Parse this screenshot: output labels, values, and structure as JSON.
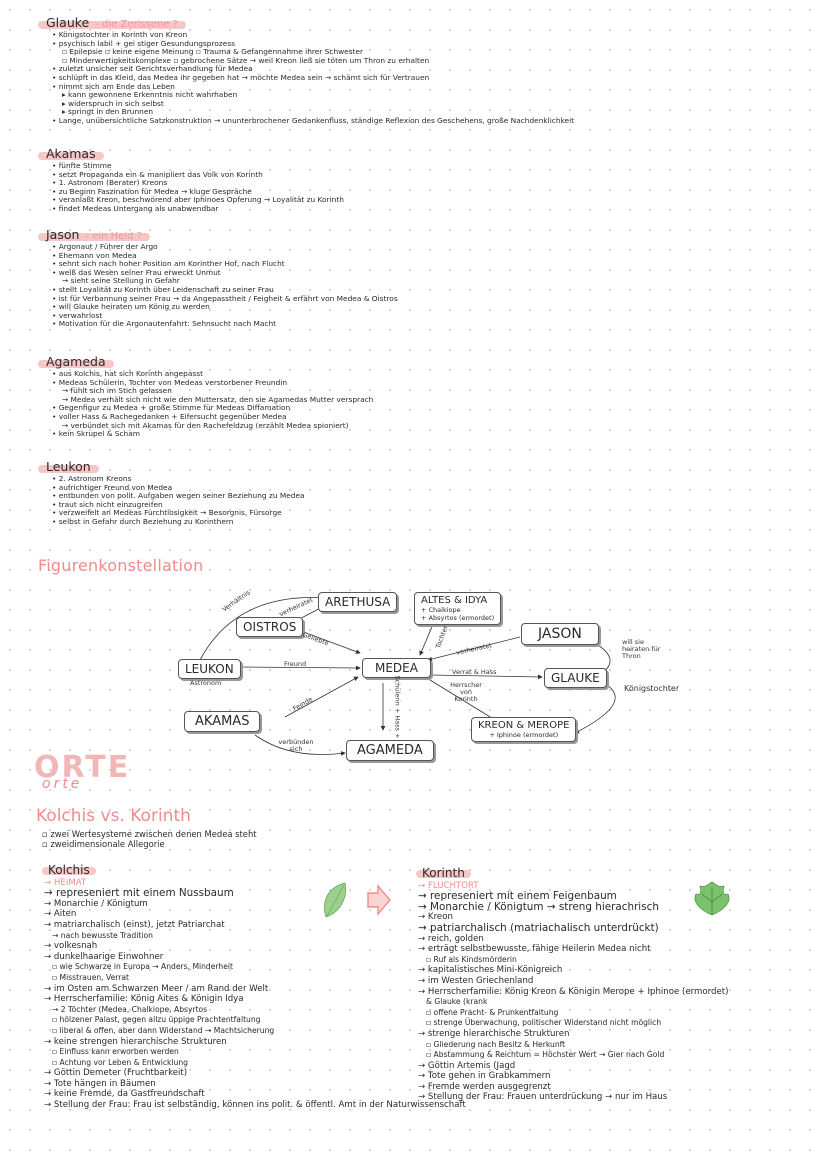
{
  "glauke": {
    "title": "Glauke",
    "subtitle": "- die Zerissene ?",
    "lines": [
      {
        "t": "• Königstochter in Korinth von Kreon",
        "l": 0
      },
      {
        "t": "• psychisch labil + gei stiger Gesundungsprozess",
        "l": 0
      },
      {
        "t": "▫ Epilepsie      ▫ keine eigene Meinung        ▫ Trauma & Gefangennahme ihrer Schwester",
        "l": 1
      },
      {
        "t": "▫ Minderwertigkeitskomplexe   ▫ gebrochene Sätze        → weil Kreon ließ sie töten um Thron zu erhalten",
        "l": 1
      },
      {
        "t": "• zuletzt unsicher seit Gerichtsverhandlung für Medea",
        "l": 0
      },
      {
        "t": "• schlüpft in das Kleid, das Medea ihr gegeben hat → möchte Medea sein → schämt sich für Vertrauen",
        "l": 0
      },
      {
        "t": "• nimmt sich am Ende das Leben",
        "l": 0
      },
      {
        "t": "▸ kann gewonnene Erkenntnis nicht wahrhaben",
        "l": 1
      },
      {
        "t": "▸ widerspruch in sich selbst",
        "l": 1
      },
      {
        "t": "▸ springt in den Brunnen",
        "l": 1
      },
      {
        "t": "• Lange, unübersichtliche Satzkonstruktion → ununterbrochener Gedankenfluss, ständige Reflexion des Geschehens, große Nachdenklichkeit",
        "l": 0
      }
    ]
  },
  "akamas": {
    "title": "Akamas",
    "lines": [
      {
        "t": "• fünfte Stimme",
        "l": 0
      },
      {
        "t": "• setzt Propaganda ein & manipliert das Volk von Korinth",
        "l": 0
      },
      {
        "t": "• 1. Astronom (Berater) Kreons",
        "l": 0
      },
      {
        "t": "• zu Beginn Faszination für Medea → kluge Gespräche",
        "l": 0
      },
      {
        "t": "• veranlaßt Kreon, beschwörend aber Iphinoes Opferung → Loyalität zu Korinth",
        "l": 0
      },
      {
        "t": "• findet Medeas Untergang als unabwendbar",
        "l": 0
      }
    ]
  },
  "jason": {
    "title": "Jason",
    "subtitle": "- ein Held ?",
    "lines": [
      {
        "t": "• Argonaut / Führer der Argo",
        "l": 0
      },
      {
        "t": "• Ehemann von Medea",
        "l": 0
      },
      {
        "t": "• sehnt sich nach hoher Position am Korinther Hof, nach Flucht",
        "l": 0
      },
      {
        "t": "• weiß das Wesen seiner Frau erweckt Unmut",
        "l": 0
      },
      {
        "t": "→ sieht seine Stellung in Gefahr",
        "l": 1
      },
      {
        "t": "• stellt Loyalität zu Korinth über Leidenschaft zu seiner Frau",
        "l": 0
      },
      {
        "t": "• ist für Verbannung seiner Frau → da Angepasstheit / Feigheit & erfährt von Medea & Oistros",
        "l": 0
      },
      {
        "t": "• will Glauke heiraten um König zu werden",
        "l": 0
      },
      {
        "t": "• verwahrlost",
        "l": 0
      },
      {
        "t": "• Motivation für die Argonautenfahrt: Sehnsucht nach Macht",
        "l": 0
      }
    ]
  },
  "agameda": {
    "title": "Agameda",
    "lines": [
      {
        "t": "• aus Kolchis, hat sich Korinth angepasst",
        "l": 0
      },
      {
        "t": "• Medeas Schülerin, Tochter von Medeas verstorbener Freundin",
        "l": 0
      },
      {
        "t": "→ fühlt sich im Stich gelassen",
        "l": 1
      },
      {
        "t": "→ Medea verhält sich nicht wie den Muttersatz, den sie Agamedas Mutter versprach",
        "l": 1
      },
      {
        "t": "• Gegenfigur zu Medea + große Stimme für Medeas Diffamation",
        "l": 0
      },
      {
        "t": "• voller Hass & Rachegedanken + Eifersucht gegenüber Medea",
        "l": 0
      },
      {
        "t": "→ verbündet sich mit Akamas für den Rachefeldzug (erzählt Medea spioniert)",
        "l": 1
      },
      {
        "t": "• kein Skrupel & Scham",
        "l": 0
      }
    ]
  },
  "leukon": {
    "title": "Leukon",
    "lines": [
      {
        "t": "• 2. Astronom Kreons",
        "l": 0
      },
      {
        "t": "• aufrichtiger Freund von Medea",
        "l": 0
      },
      {
        "t": "• entbunden von polit. Aufgaben wegen seiner Beziehung zu Medea",
        "l": 0
      },
      {
        "t": "• traut sich nicht einzugreifen",
        "l": 0
      },
      {
        "t": "• verzweifelt an Medeas Furchtlosigkeit → Besorgnis, Fürsorge",
        "l": 0
      },
      {
        "t": "• selbst in Gefahr durch Beziehung zu Korinthern",
        "l": 0
      }
    ]
  },
  "figuren": {
    "title": "Figurenkonstellation",
    "nodes": {
      "arethusa": "ARETHUSA",
      "altes": "ALTES & IDYA",
      "altes_sub1": "+ Chalkiope",
      "altes_sub2": "+ Absyrtos (ermordet)",
      "oistros": "OISTROS",
      "jason": "JASON",
      "leukon": "LEUKON",
      "leukon_sub": "Astronom",
      "medea": "MEDEA",
      "glauke": "GLAUKE",
      "akamas": "AKAMAS",
      "kreon": "KREON & MEROPE",
      "kreon_sub": "+ Iphinoe (ermordet)",
      "agameda": "AGAMEDA"
    },
    "labels": {
      "verhaeltnis": "Verhältnis",
      "verheiratet1": "verheiratet",
      "geliebte": "Geliebte",
      "tochter": "Tochter",
      "verheiratet2": "verheiratet",
      "will_heiraten": "will sie heiraten für Thron",
      "freund": "Freund",
      "verrat_hass": "Verrat & Hass",
      "herrscher": "Herrscher von Korinth",
      "koenigstochter": "Königstochter",
      "schuelerin": "Schülerin + Hass +",
      "feinde": "Feinde",
      "verbuendet": "verbünden sich"
    }
  },
  "orte": {
    "title": "ORTE",
    "subtitle": "orte",
    "heading": "Kolchis vs. Korinth",
    "intro": [
      "▫ zwei Wertesysteme zwischen denen Medea steht",
      "▫ zweidimensionale Allegorie"
    ],
    "kolchis": {
      "title": "Kolchis",
      "lines": [
        {
          "t": "→ HEIMAT",
          "s": "acc"
        },
        {
          "t": "→ represeniert mit einem Nussbaum",
          "s": "big"
        },
        {
          "t": "→ Monarchie / Königtum",
          "s": ""
        },
        {
          "t": "→ Aiten",
          "s": ""
        },
        {
          "t": "→ matriarchalisch (einst), jetzt Patriarchat",
          "s": ""
        },
        {
          "t": "→ nach bewusste Tradition",
          "s": "in1"
        },
        {
          "t": "→ volkesnah",
          "s": ""
        },
        {
          "t": "→ dunkelhaarige Einwohner",
          "s": ""
        },
        {
          "t": "▫ wie Schwarze in Europa → Anders, Minderheit",
          "s": "in1"
        },
        {
          "t": "▫ Misstrauen, Verrat",
          "s": "in1"
        },
        {
          "t": "→ im Osten am Schwarzen Meer / am Rand der Welt",
          "s": ""
        },
        {
          "t": "→ Herrscherfamilie: König Aites & Königin Idya",
          "s": ""
        },
        {
          "t": "→ 2 Töchter (Medea, Chalkiope, Absyrtos",
          "s": "in1"
        },
        {
          "t": "▫ hölzener Palast, gegen allzu üppige Prachtentfaltung",
          "s": "in1"
        },
        {
          "t": "▫ liberal & offen, aber dann Widerstand → Machtsicherung",
          "s": "in1"
        },
        {
          "t": "→ keine strengen hierarchische Strukturen",
          "s": ""
        },
        {
          "t": "▫ Einfluss kann erworben werden",
          "s": "in1"
        },
        {
          "t": "▫ Achtung vor Leben & Entwicklung",
          "s": "in1"
        },
        {
          "t": "→ Göttin Demeter (Fruchtbarkeit)",
          "s": ""
        },
        {
          "t": "→ Tote hängen in Bäumen",
          "s": ""
        },
        {
          "t": "→ keine Fremde, da Gastfreundschaft",
          "s": ""
        },
        {
          "t": "→ Stellung der Frau: Frau ist selbständig, können ins polit. & öffentl. Amt in der Naturwissenschaft",
          "s": ""
        }
      ]
    },
    "korinth": {
      "title": "Korinth",
      "lines": [
        {
          "t": "→ FLUCHTORT",
          "s": "acc"
        },
        {
          "t": "→ represeniert mit einem Feigenbaum",
          "s": "big"
        },
        {
          "t": "→ Monarchie / Königtum → streng hierachrisch",
          "s": "big"
        },
        {
          "t": "→ Kreon",
          "s": ""
        },
        {
          "t": "→ patriarchalisch (matriachalisch unterdrückt)",
          "s": "big"
        },
        {
          "t": "→ reich, golden",
          "s": ""
        },
        {
          "t": "→ erträgt selbstbewusste, fähige Heilerin Medea nicht",
          "s": ""
        },
        {
          "t": "▫ Ruf als Kindsmörderin",
          "s": "in1"
        },
        {
          "t": "→ kapitalistisches Mini-Königreich",
          "s": ""
        },
        {
          "t": "→ im Westen Griechenland",
          "s": ""
        },
        {
          "t": "→ Herrscherfamilie: König Kreon & Königin Merope + Iphinoe (ermordet)",
          "s": ""
        },
        {
          "t": "& Glauke (krank",
          "s": "in1"
        },
        {
          "t": "▫ offene Pracht- & Prunkentfaltung",
          "s": "in1"
        },
        {
          "t": "▫ strenge Überwachung, politischer Widerstand nicht möglich",
          "s": "in1"
        },
        {
          "t": "→ strenge hierarchische Strukturen",
          "s": ""
        },
        {
          "t": "▫ Gliederung nach Besitz & Herkunft",
          "s": "in1"
        },
        {
          "t": "▫ Abstammung & Reichtum = Höchster Wert → Gier nach Gold",
          "s": "in1"
        },
        {
          "t": "→ Göttin Artemis (Jagd",
          "s": ""
        },
        {
          "t": "→ Tote gehen in Grabkammern",
          "s": ""
        },
        {
          "t": "→ Fremde werden ausgegrenzt",
          "s": ""
        },
        {
          "t": "→ Stellung der Frau: Frauen unterdrückung → nur im Haus",
          "s": ""
        }
      ]
    }
  },
  "colors": {
    "accent": "#f08c8c",
    "highlight": "#f6c7c7",
    "leaf": "#8cc87a",
    "arrow": "#f08c8c"
  }
}
